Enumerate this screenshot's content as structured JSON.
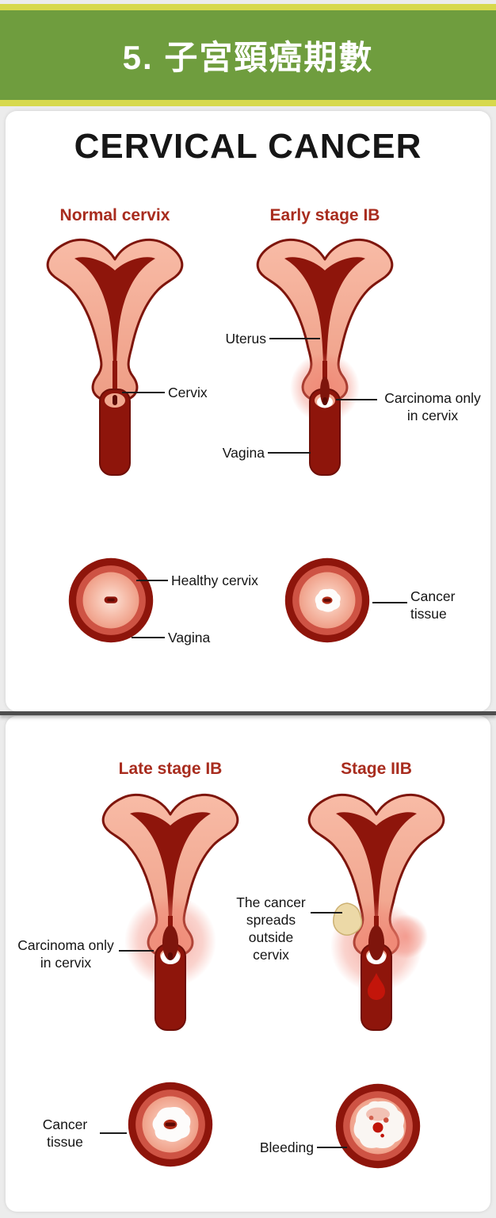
{
  "banner": {
    "title": "5. 子宮頸癌期數"
  },
  "heading": "CERVICAL CANCER",
  "top_section": {
    "left_title": "Normal cervix",
    "right_title": "Early stage IB",
    "uterus_label": "Uterus",
    "cervix_label": "Cervix",
    "carcinoma_label": "Carcinoma only in cervix",
    "vagina_label": "Vagina",
    "healthy_cervix_label": "Healthy cervix",
    "vagina_circle_label": "Vagina",
    "cancer_tissue_label": "Cancer tissue"
  },
  "bottom_section": {
    "left_title": "Late stage IB",
    "right_title": "Stage IIB",
    "carcinoma_label": "Carcinoma only in cervix",
    "spread_label": "The cancer spreads outside cervix",
    "cancer_tissue_label": "Cancer tissue",
    "bleeding_label": "Bleeding"
  },
  "colors": {
    "banner_green": "#6f9d3e",
    "banner_stripe": "#d7d94d",
    "title_red": "#a82c1e",
    "anatomy_dark_red": "#8e150b",
    "anatomy_pink": "#f2a78f",
    "cancer_tissue_white": "#fdfcfb",
    "spread_blob_beige": "#ecd9a7",
    "blood_red": "#c3150a"
  }
}
